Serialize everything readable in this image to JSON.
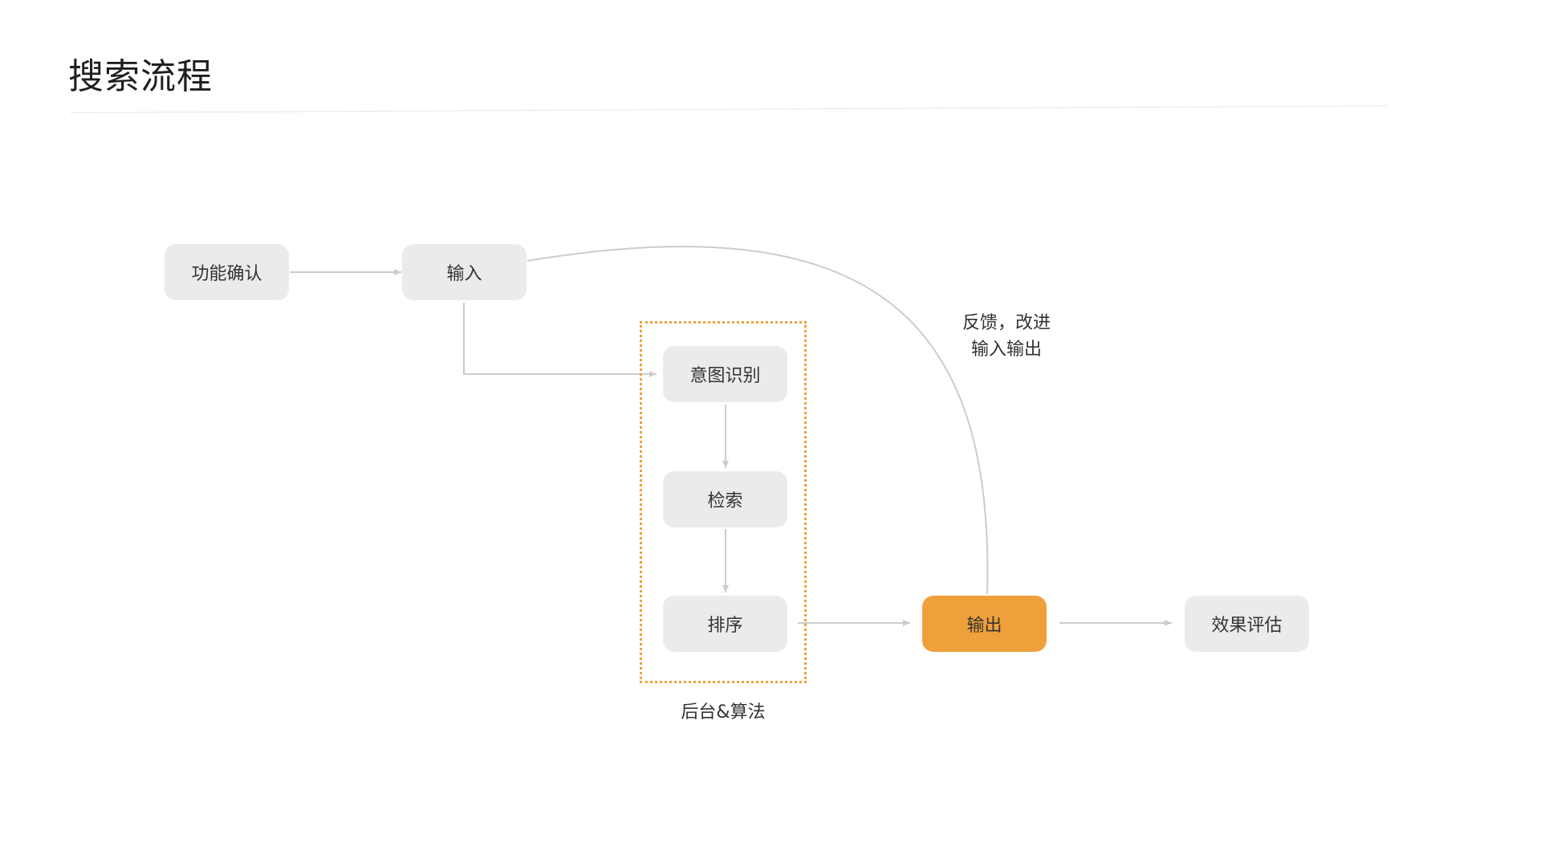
{
  "page": {
    "title": "搜索流程"
  },
  "colors": {
    "node_bg": "#ebebeb",
    "accent": "#f0a03a",
    "connector": "#cccccc",
    "text": "#333333"
  },
  "nodes": {
    "confirm": "功能确认",
    "input": "输入",
    "intent": "意图识别",
    "retrieve": "检索",
    "rank": "排序",
    "output": "输出",
    "evaluate": "效果评估"
  },
  "group": {
    "label": "后台&算法"
  },
  "feedback": {
    "line1": "反馈，改进",
    "line2": "输入输出"
  }
}
